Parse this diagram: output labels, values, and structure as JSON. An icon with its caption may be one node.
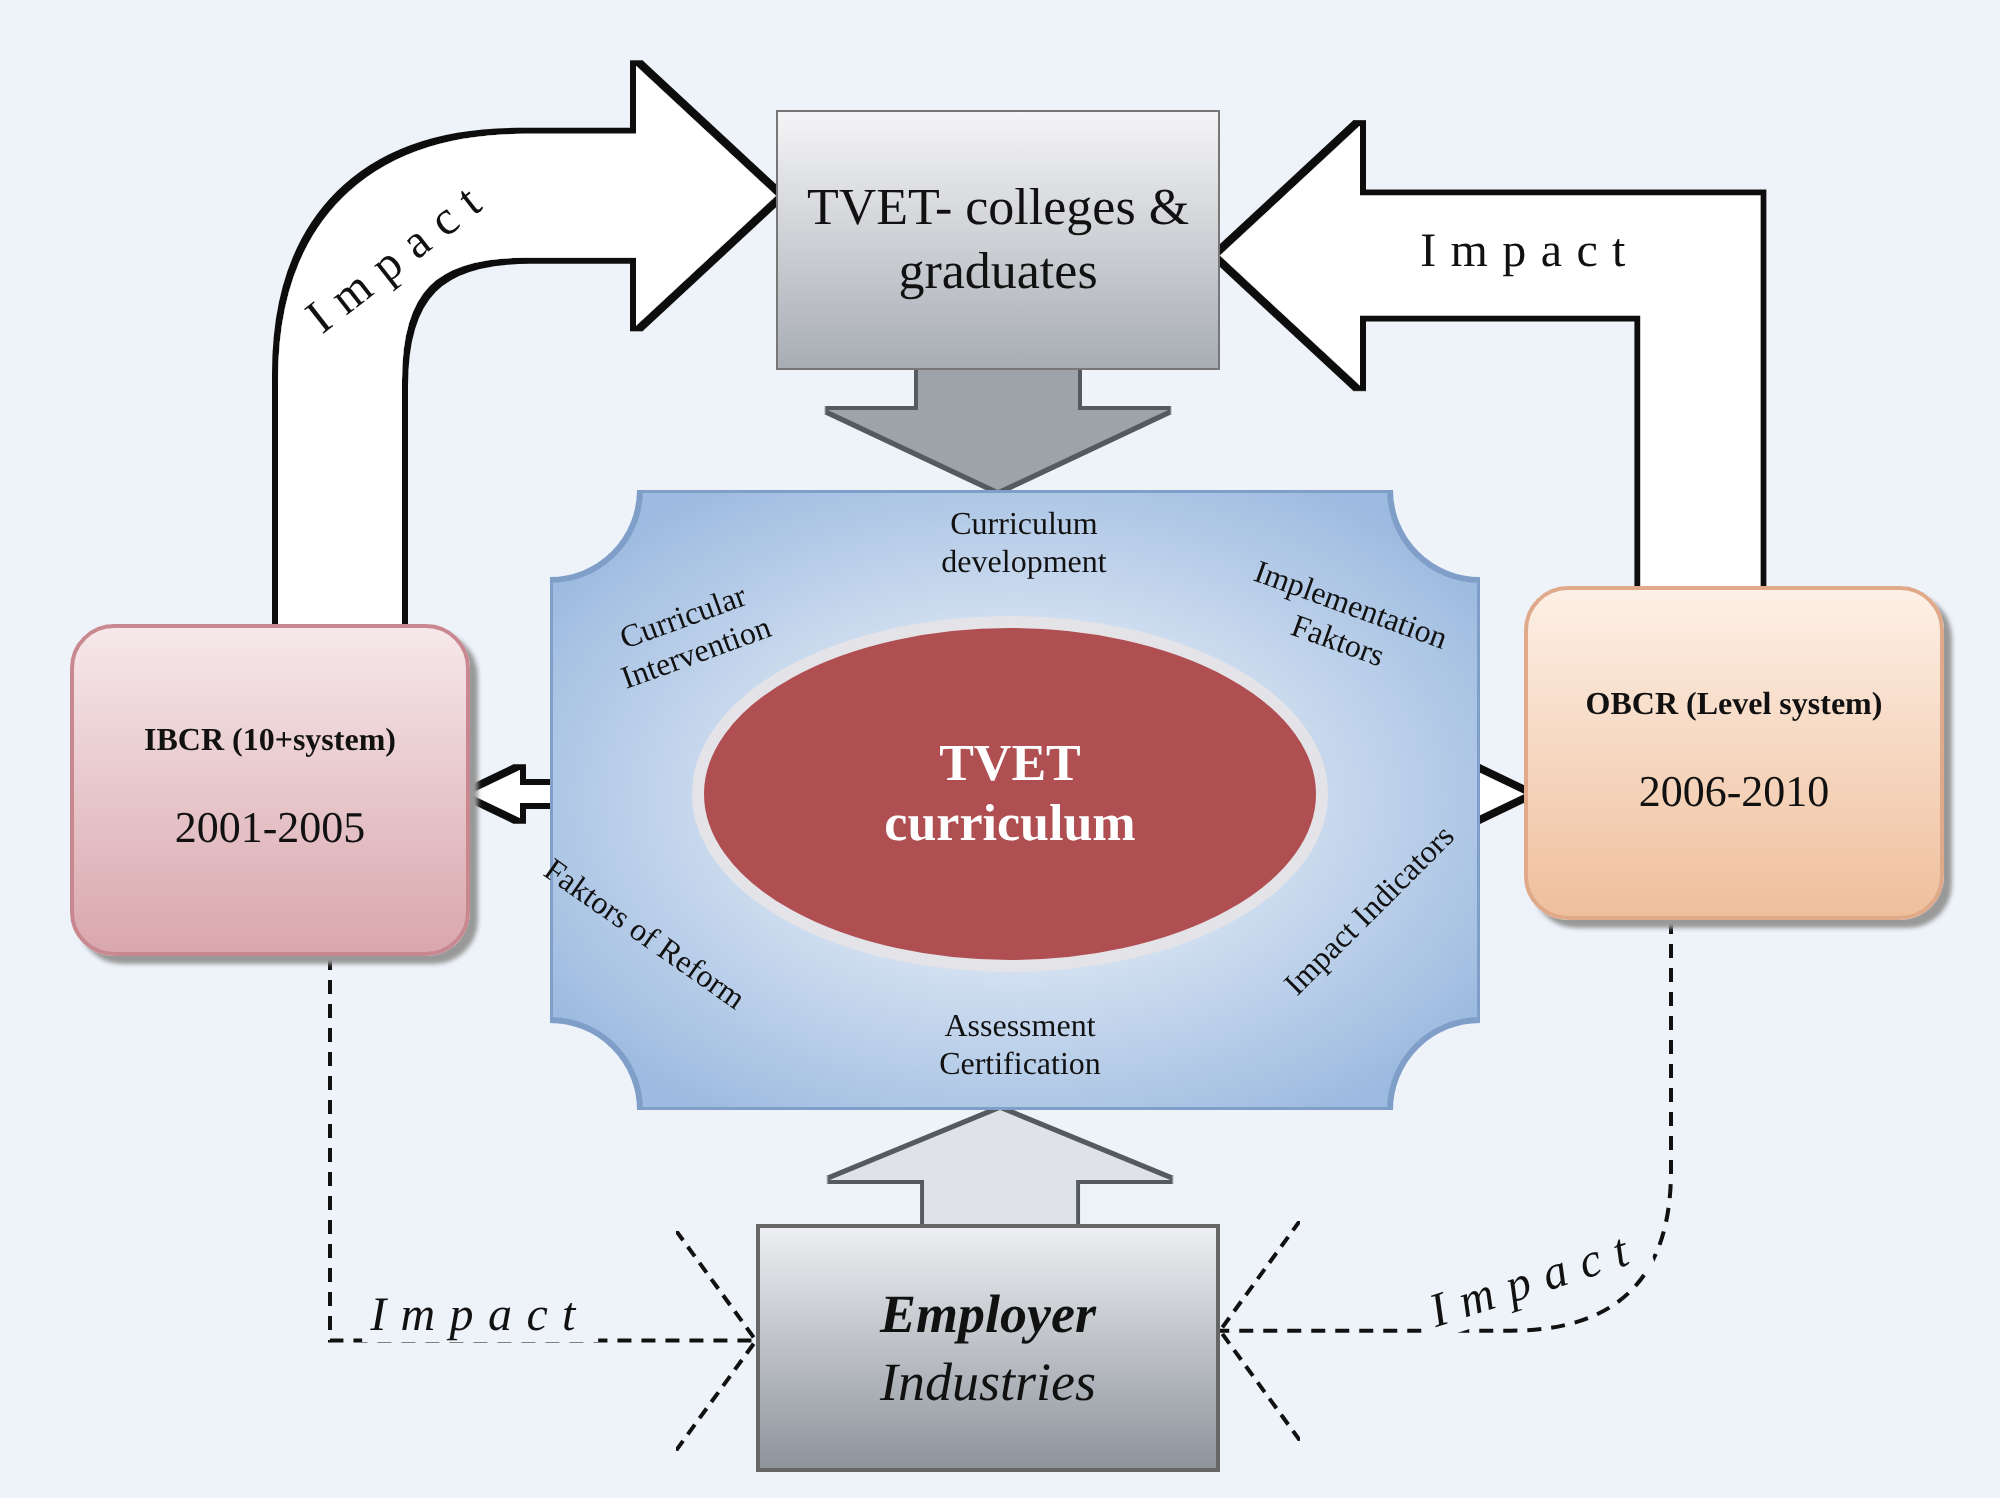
{
  "diagram": {
    "nodes": [
      {
        "text": [
          "TVET- colleges & graduates"
        ]
      },
      {
        "text": [
          "Curriculum development",
          "Curricular Intervention",
          "Implementation Faktors",
          "Faktors of Reform",
          "Impact Indicators",
          "Assessment Certification"
        ]
      },
      {
        "text": [
          "TVET curriculum"
        ],
        "in": 1
      },
      {
        "text": [
          "IBCR (10+system)",
          "2001-2005"
        ]
      },
      {
        "text": [
          "OBCR (Level system)",
          "2006-2010"
        ]
      },
      {
        "text": [
          "Employer",
          "Industries"
        ]
      }
    ],
    "edges": [
      {
        "from": 3,
        "to": 0,
        "arrow": "to",
        "label": "Impact",
        "style": "thick"
      },
      {
        "from": 4,
        "to": 0,
        "arrow": "to",
        "label": "Impact",
        "style": "thick"
      },
      {
        "from": 0,
        "to": 1,
        "arrow": "to",
        "style": "thick",
        "color": "#9ea3aa"
      },
      {
        "from": 5,
        "to": 1,
        "arrow": "to",
        "style": "thick",
        "color": "#dfe3e8"
      },
      {
        "from": 2,
        "to": 3,
        "arrow": "to"
      },
      {
        "from": 2,
        "to": 4,
        "arrow": "to"
      },
      {
        "from": 3,
        "to": 5,
        "arrow": "to",
        "label": "Impact",
        "style": "dashed",
        "color": "#111111"
      },
      {
        "from": 4,
        "to": 5,
        "arrow": "to",
        "label": "Impact",
        "style": "dashed",
        "color": "#111111"
      }
    ]
  }
}
